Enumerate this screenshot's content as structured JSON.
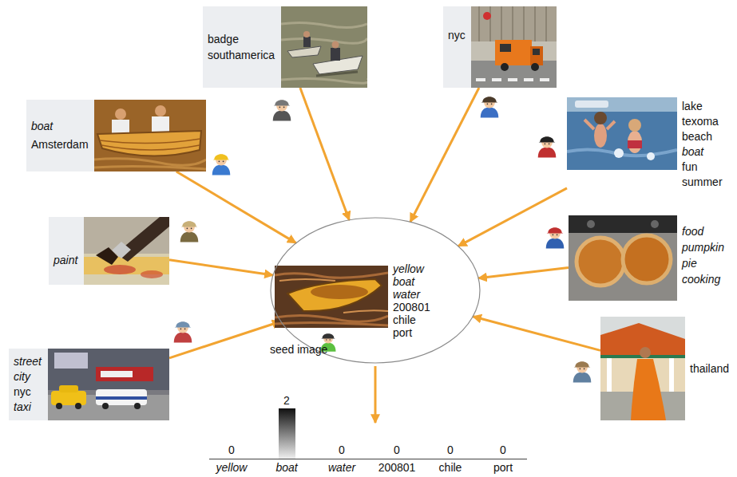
{
  "diagram": {
    "nodes": [
      {
        "text": [
          "badge",
          "southamerica"
        ]
      },
      {
        "text": [
          "nyc"
        ]
      },
      {
        "text": [
          "boat",
          "Amsterdam"
        ]
      },
      {
        "text": [
          "lake",
          "texoma",
          "beach",
          "boat",
          "fun",
          "summer"
        ]
      },
      {
        "text": [
          "paint"
        ]
      },
      {
        "text": [
          "seed image"
        ]
      },
      {
        "text": [
          "yellow",
          "boat",
          "water",
          "200801",
          "chile",
          "port"
        ],
        "in": 5
      },
      {
        "text": [
          "food",
          "pumpkin",
          "pie",
          "cooking"
        ]
      },
      {
        "text": [
          "street",
          "city",
          "nyc",
          "taxi"
        ]
      },
      {
        "text": [
          "thailand"
        ]
      }
    ],
    "edges": [
      {
        "from": 0,
        "to": 5,
        "arrow": "to"
      },
      {
        "from": 1,
        "to": 5,
        "arrow": "to"
      },
      {
        "from": 2,
        "to": 5,
        "arrow": "to"
      },
      {
        "from": 3,
        "to": 5,
        "arrow": "to"
      },
      {
        "from": 4,
        "to": 5,
        "arrow": "to"
      },
      {
        "from": 7,
        "to": 5,
        "arrow": "to"
      },
      {
        "from": 8,
        "to": 5,
        "arrow": "to"
      },
      {
        "from": 9,
        "to": 5,
        "arrow": "to"
      }
    ],
    "labels": [
      "2",
      "0",
      "0",
      "0",
      "0",
      "0",
      "yellow",
      "boat",
      "water",
      "200801",
      "chile",
      "port"
    ]
  }
}
